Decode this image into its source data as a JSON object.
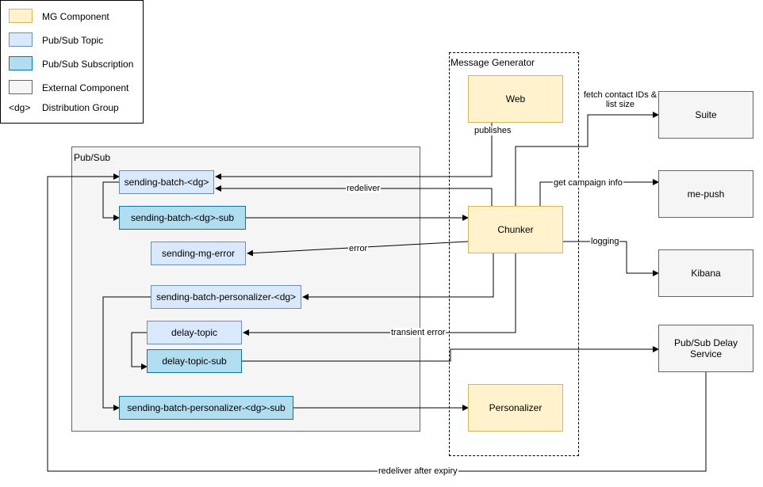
{
  "legend": {
    "items": [
      {
        "label": "MG Component",
        "color": "#fff2cc"
      },
      {
        "label": "Pub/Sub Topic",
        "color": "#dae8fc"
      },
      {
        "label": "Pub/Sub Subscription",
        "color": "#b1ddf0"
      },
      {
        "label": "External Component",
        "color": "#f5f5f5"
      }
    ],
    "dg_symbol": "<dg>",
    "dg_label": "Distribution Group"
  },
  "groups": {
    "pubsub": "Pub/Sub",
    "message_generator": "Message Generator"
  },
  "nodes": {
    "web": "Web",
    "chunker": "Chunker",
    "personalizer": "Personalizer",
    "suite": "Suite",
    "me_push": "me-push",
    "kibana": "Kibana",
    "delay_service": "Pub/Sub Delay Service",
    "sending_batch": "sending-batch-<dg>",
    "sending_batch_sub": "sending-batch-<dg>-sub",
    "sending_mg_error": "sending-mg-error",
    "sending_batch_personalizer": "sending-batch-personalizer-<dg>",
    "delay_topic": "delay-topic",
    "delay_topic_sub": "delay-topic-sub",
    "sending_batch_personalizer_sub": "sending-batch-personalizer-<dg>-sub"
  },
  "edges": {
    "publishes": "publishes",
    "redeliver": "redeliver",
    "error": "error",
    "transient_error": "transient error",
    "fetch_contacts": "fetch contact IDs & list size",
    "get_campaign": "get campaign info",
    "logging": "logging",
    "redeliver_expiry": "redeliver after expiry"
  }
}
